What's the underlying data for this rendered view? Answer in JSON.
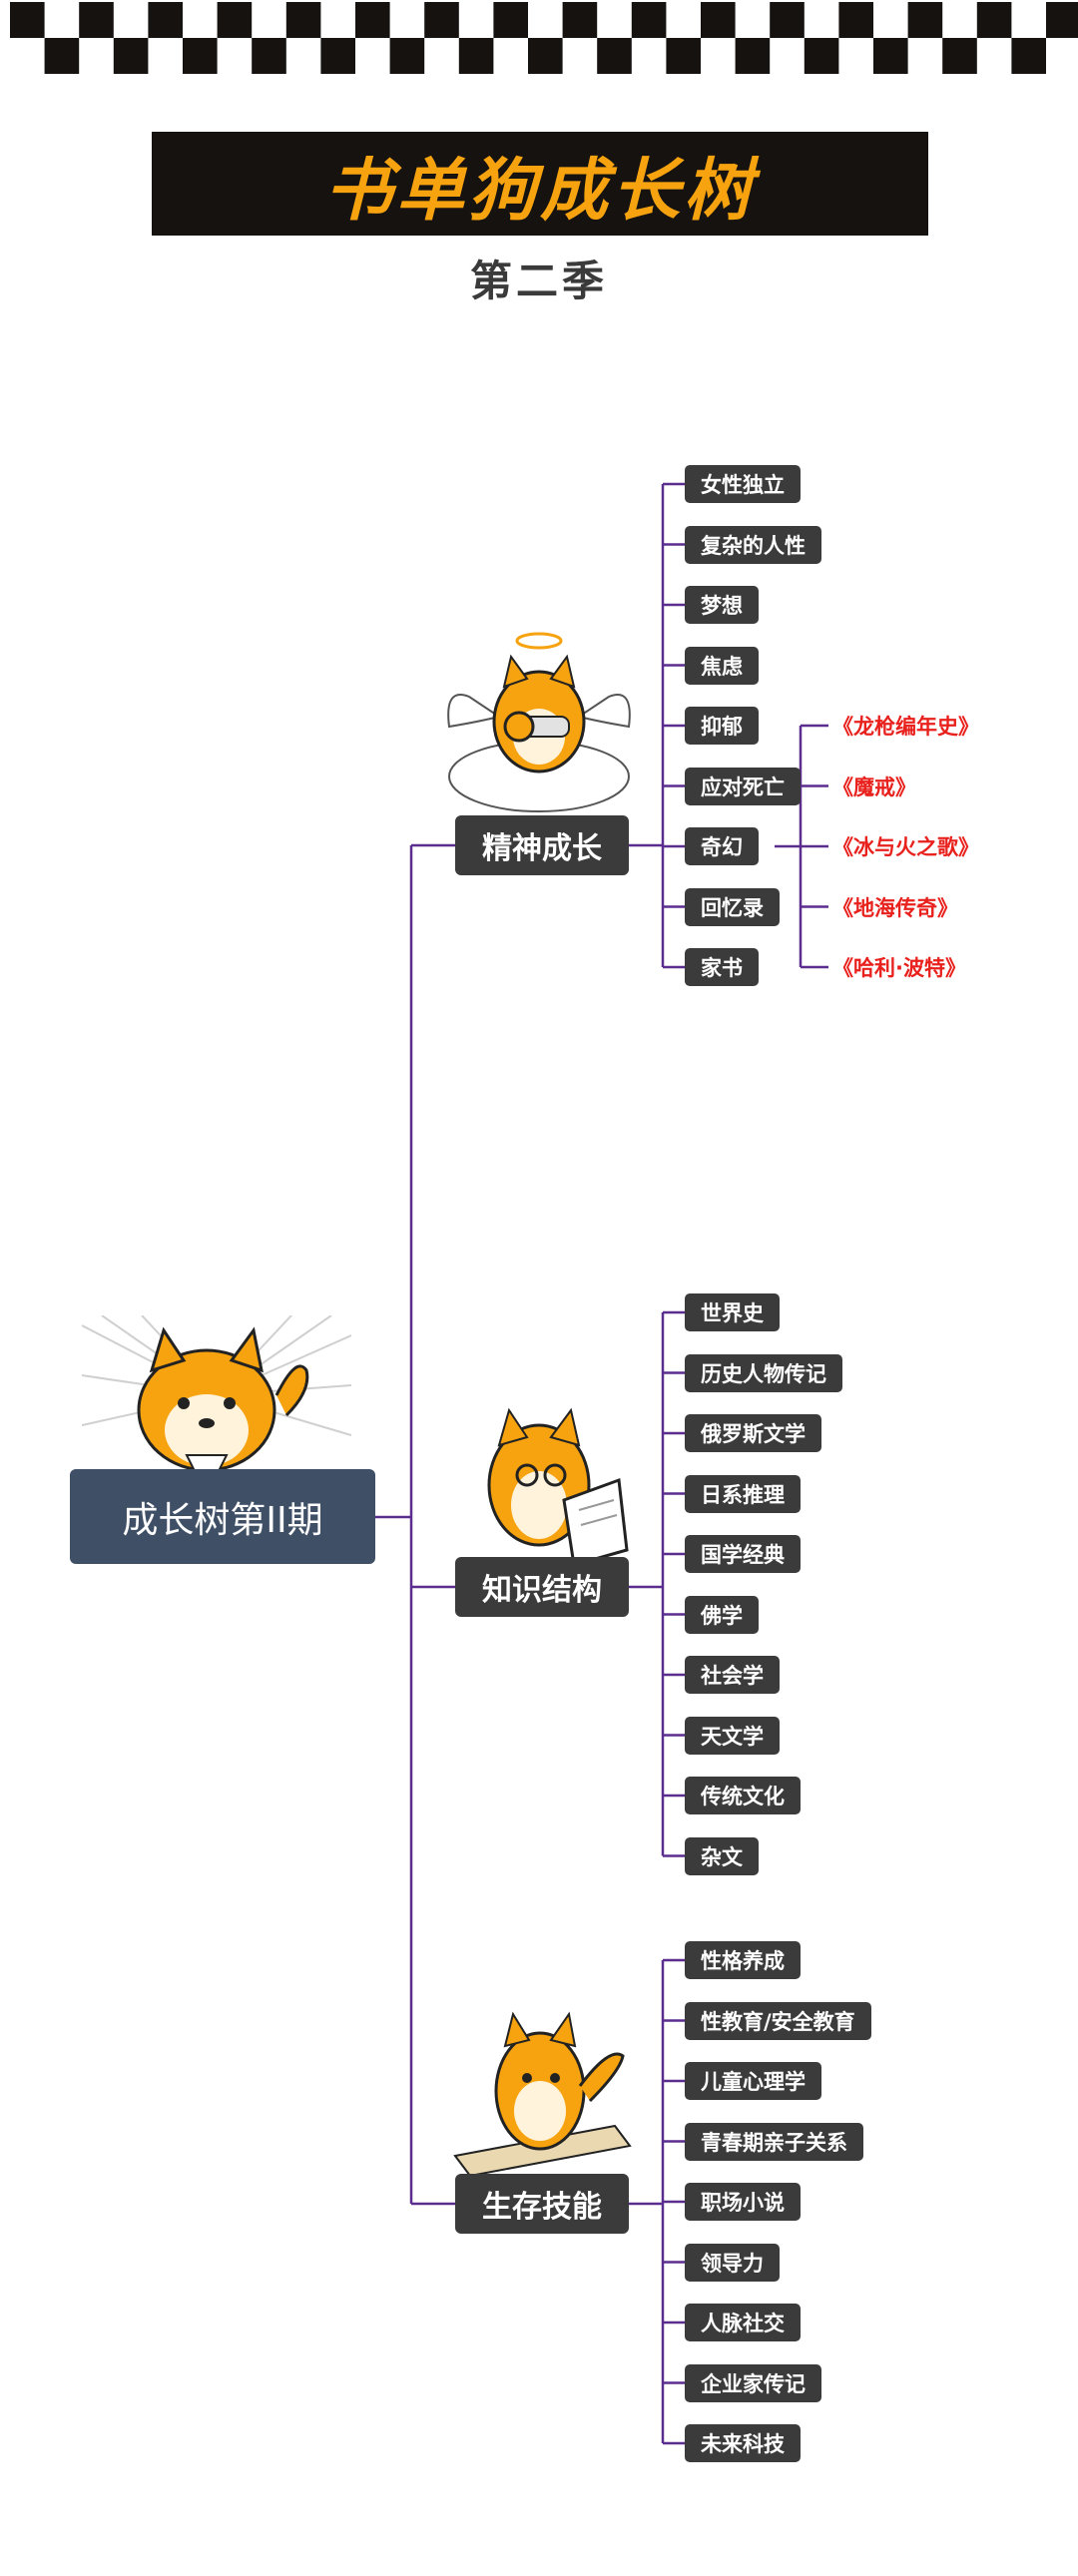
{
  "header": {
    "title": "书单狗成长树",
    "subtitle": "第二季"
  },
  "root": {
    "label": "成长树第II期"
  },
  "branches": [
    {
      "label": "精神成长",
      "items": [
        {
          "label": "女性独立"
        },
        {
          "label": "复杂的人性"
        },
        {
          "label": "梦想"
        },
        {
          "label": "焦虑"
        },
        {
          "label": "抑郁"
        },
        {
          "label": "应对死亡"
        },
        {
          "label": "奇幻",
          "children": [
            "《龙枪编年史》",
            "《魔戒》",
            "《冰与火之歌》",
            "《地海传奇》",
            "《哈利·波特》"
          ]
        },
        {
          "label": "回忆录"
        },
        {
          "label": "家书"
        }
      ]
    },
    {
      "label": "知识结构",
      "items": [
        {
          "label": "世界史"
        },
        {
          "label": "历史人物传记"
        },
        {
          "label": "俄罗斯文学"
        },
        {
          "label": "日系推理"
        },
        {
          "label": "国学经典"
        },
        {
          "label": "佛学"
        },
        {
          "label": "社会学"
        },
        {
          "label": "天文学"
        },
        {
          "label": "传统文化"
        },
        {
          "label": "杂文"
        }
      ]
    },
    {
      "label": "生存技能",
      "items": [
        {
          "label": "性格养成"
        },
        {
          "label": "性教育/安全教育"
        },
        {
          "label": "儿童心理学"
        },
        {
          "label": "青春期亲子关系"
        },
        {
          "label": "职场小说"
        },
        {
          "label": "领导力"
        },
        {
          "label": "人脉社交"
        },
        {
          "label": "企业家传记"
        },
        {
          "label": "未来科技"
        }
      ]
    }
  ],
  "colors": {
    "line": "#5b2d8e",
    "box": "#3b3b3b",
    "root": "#3f5066",
    "title_bg": "#161210",
    "title_text": "#f6a30f",
    "sub_leaf_text": "#e8211d"
  },
  "icons": {
    "root_mascot": "shiba-dog-waving-icon",
    "branch1_mascot": "angel-dog-telescope-icon",
    "branch2_mascot": "dog-reading-paper-icon",
    "branch3_mascot": "dog-surfing-book-icon"
  }
}
